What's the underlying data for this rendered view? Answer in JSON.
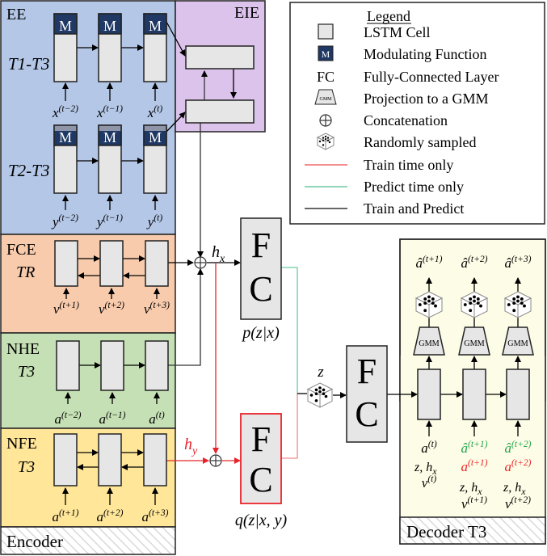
{
  "colors": {
    "ee_bg": "#b4c7e7",
    "eie_bg": "#dcc3ec",
    "fce_bg": "#f8cbad",
    "nhe_bg": "#c5e0b4",
    "nfe_bg": "#ffe699",
    "decoder_bg": "#fdfce6",
    "lstm_fill": "#e7e6e6",
    "mod_fill": "#1f3864",
    "train_line": "#e8242a",
    "predict_line": "#6dc9a0",
    "both_line": "#000000",
    "green_text": "#1ea44a",
    "red_text": "#e8242a"
  },
  "encoder": {
    "label": "Encoder",
    "ee": {
      "name": "EE",
      "row1_label": "T1-T3",
      "row1_inputs": [
        "x(t−2)",
        "x(t−1)",
        "x(t)"
      ],
      "row2_label": "T2-T3",
      "row2_inputs": [
        "y(t−2)",
        "y(t−1)",
        "y(t)"
      ],
      "mod_label": "M"
    },
    "eie": {
      "name": "EIE"
    },
    "fce": {
      "name": "FCE",
      "sub": "TR",
      "inputs": [
        "v(t+1)",
        "v(t+2)",
        "v(t+3)"
      ]
    },
    "nhe": {
      "name": "NHE",
      "sub": "T3",
      "inputs": [
        "a(t−2)",
        "a(t−1)",
        "a(t)"
      ]
    },
    "nfe": {
      "name": "NFE",
      "sub": "T3",
      "inputs": [
        "a(t+1)",
        "a(t+2)",
        "a(t+3)"
      ]
    }
  },
  "middle": {
    "hx": "hx",
    "hy": "hy",
    "fc_letters": [
      "F",
      "C"
    ],
    "prior_label": "p(z|x)",
    "posterior_label": "q(z|x, y)",
    "z_label": "z",
    "concat_symbol": "⊕"
  },
  "decoder": {
    "label": "Decoder T3",
    "outputs": [
      "â(t+1)",
      "â(t+2)",
      "â(t+3)"
    ],
    "gmm_label": "GMM",
    "inputs": [
      {
        "pred": "a(t)",
        "train": "",
        "cond": "z, hx",
        "v": "v(t)"
      },
      {
        "pred": "â(t+1)",
        "train": "a(t+1)",
        "cond": "z, hx",
        "v": "v(t+1)"
      },
      {
        "pred": "â(t+2)",
        "train": "a(t+2)",
        "cond": "z, hx",
        "v": "v(t+2)"
      }
    ]
  },
  "legend": {
    "title": "Legend",
    "items": [
      {
        "icon": "lstm-cell-icon",
        "symbol": "",
        "label": "LSTM Cell"
      },
      {
        "icon": "modulating-function-icon",
        "symbol": "M",
        "label": "Modulating Function"
      },
      {
        "icon": "fc-icon",
        "symbol": "FC",
        "label": "Fully-Connected Layer"
      },
      {
        "icon": "gmm-icon",
        "symbol": "GMM",
        "label": "Projection to a GMM"
      },
      {
        "icon": "concat-icon",
        "symbol": "⊕",
        "label": "Concatenation"
      },
      {
        "icon": "dice-icon",
        "symbol": "",
        "label": "Randomly sampled"
      },
      {
        "icon": "train-line-icon",
        "symbol": "",
        "label": "Train time only"
      },
      {
        "icon": "predict-line-icon",
        "symbol": "",
        "label": "Predict time only"
      },
      {
        "icon": "both-line-icon",
        "symbol": "",
        "label": "Train and Predict"
      }
    ]
  }
}
